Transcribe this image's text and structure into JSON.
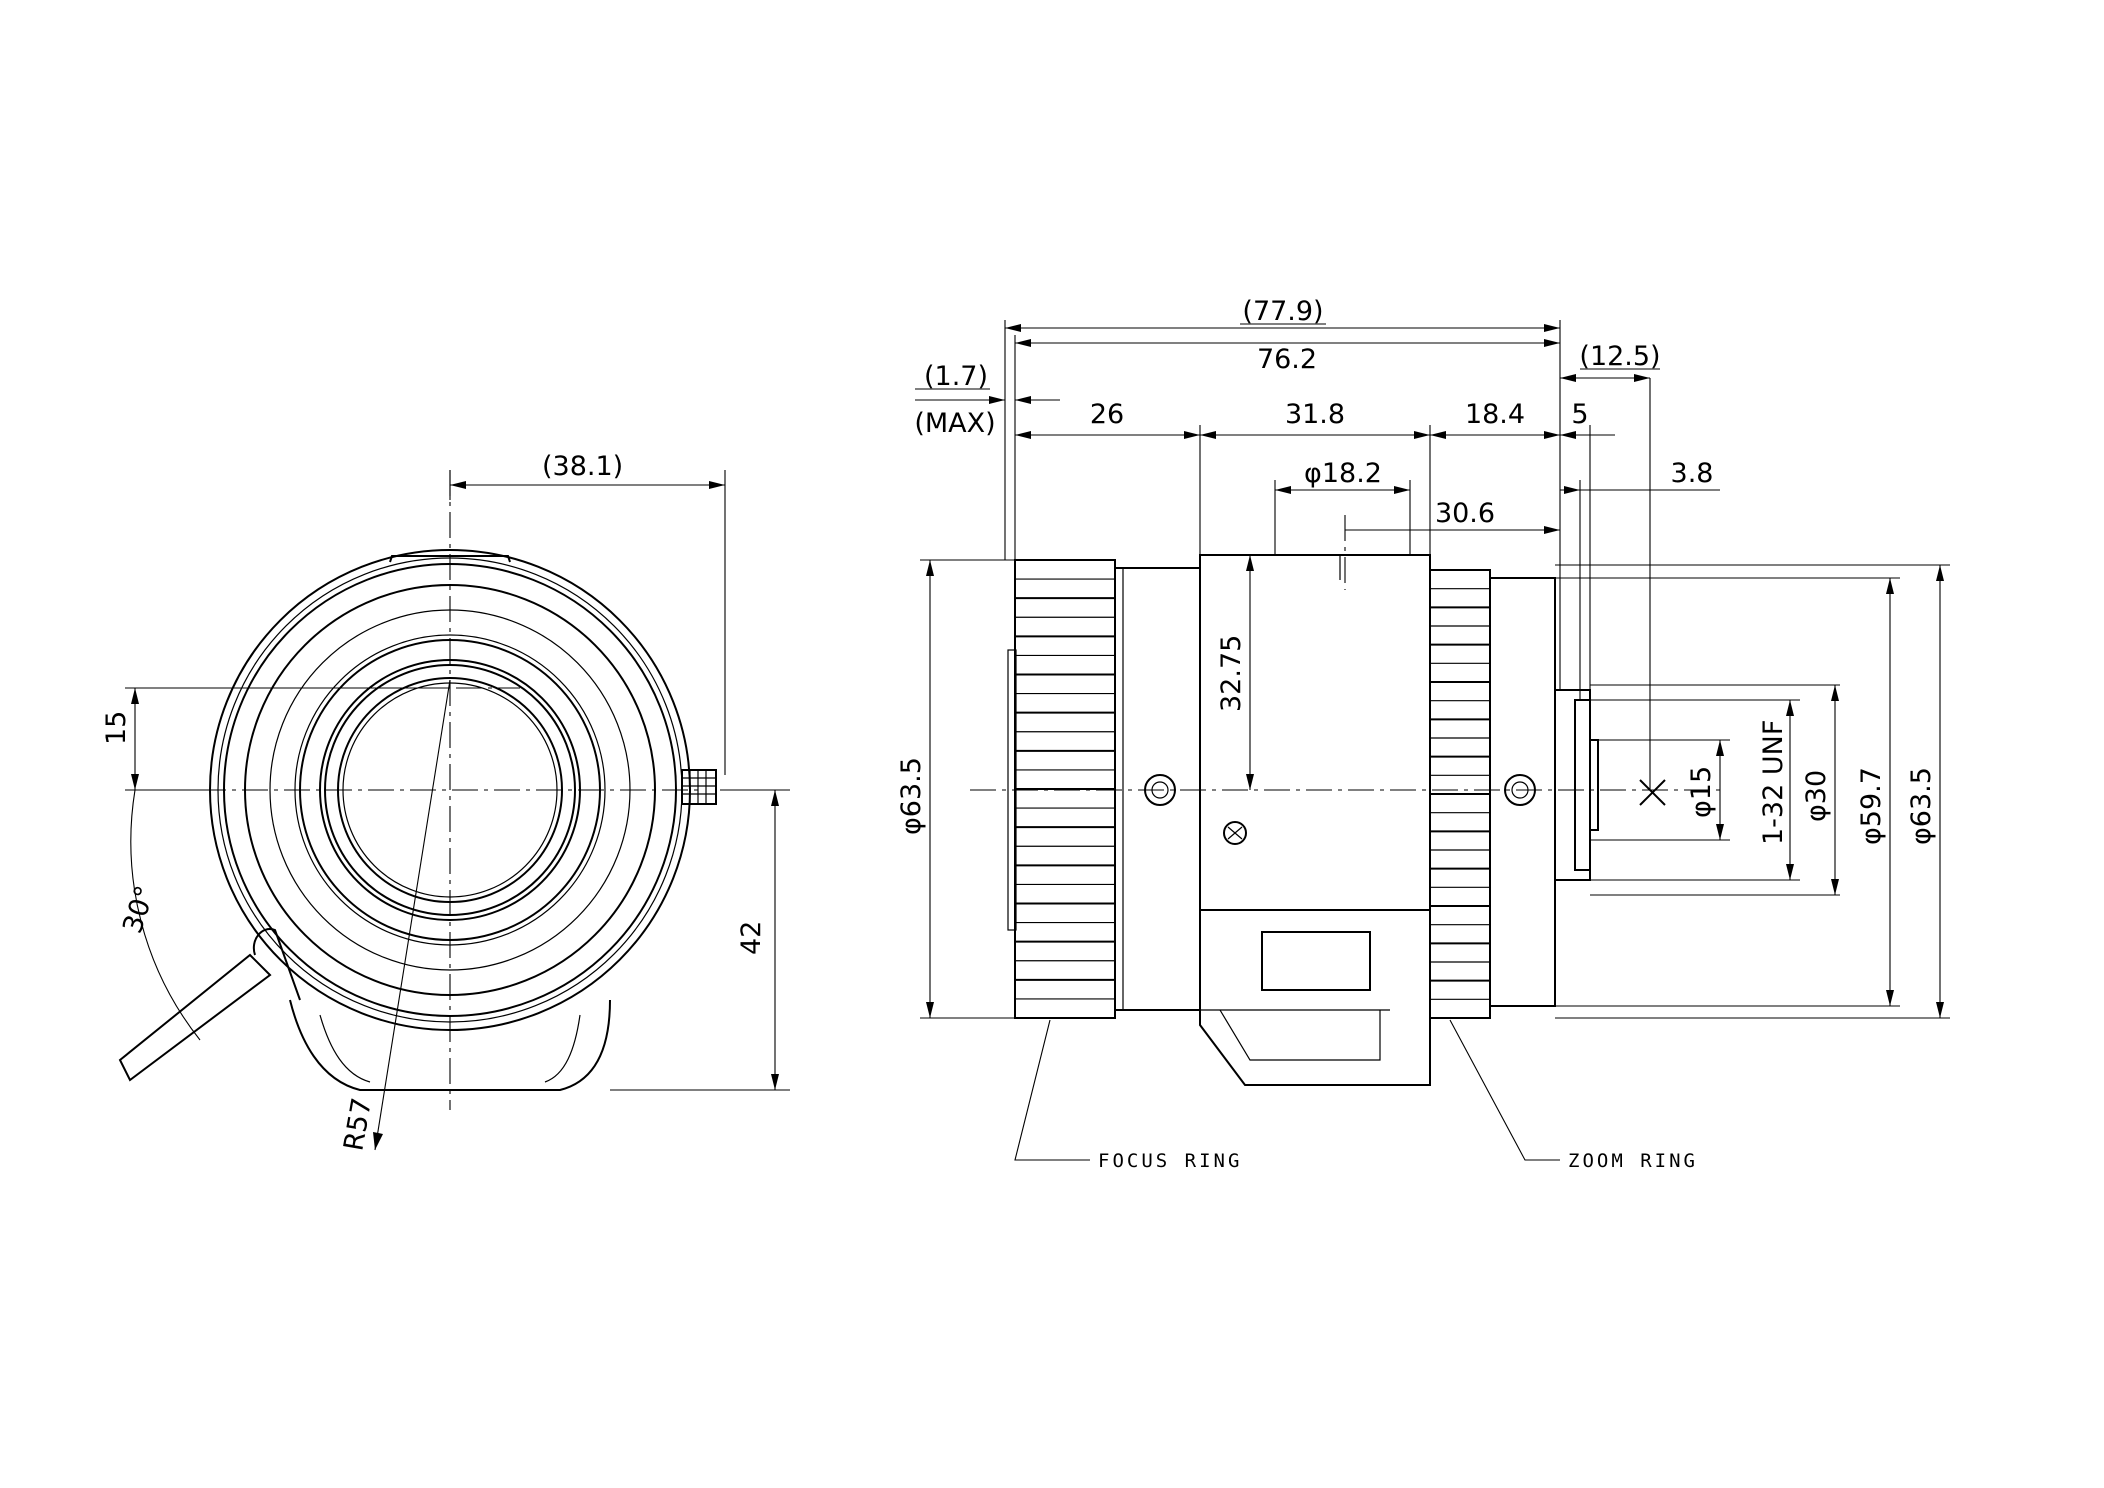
{
  "dimensions": {
    "front_width": "(38.1)",
    "front_offset": "15",
    "front_angle": "30°",
    "front_height": "42",
    "front_radius": "R57",
    "overall_length": "(77.9)",
    "body_length": "76.2",
    "flange_back": "(12.5)",
    "protrusion": "(1.7)",
    "protrusion_note": "(MAX)",
    "seg_front": "26",
    "seg_mid": "31.8",
    "seg_rear": "18.4",
    "seg_mount": "5",
    "window_dia": "φ18.2",
    "window_pos": "30.6",
    "mount_depth": "3.8",
    "axis_height": "32.75",
    "front_dia": "φ63.5",
    "inner_dia": "φ15",
    "thread": "1-32 UNF",
    "mount_dia": "φ30",
    "barrel_dia": "φ59.7",
    "max_dia": "φ63.5"
  },
  "callouts": {
    "focus": "FOCUS RING",
    "zoom": "ZOOM RING"
  }
}
